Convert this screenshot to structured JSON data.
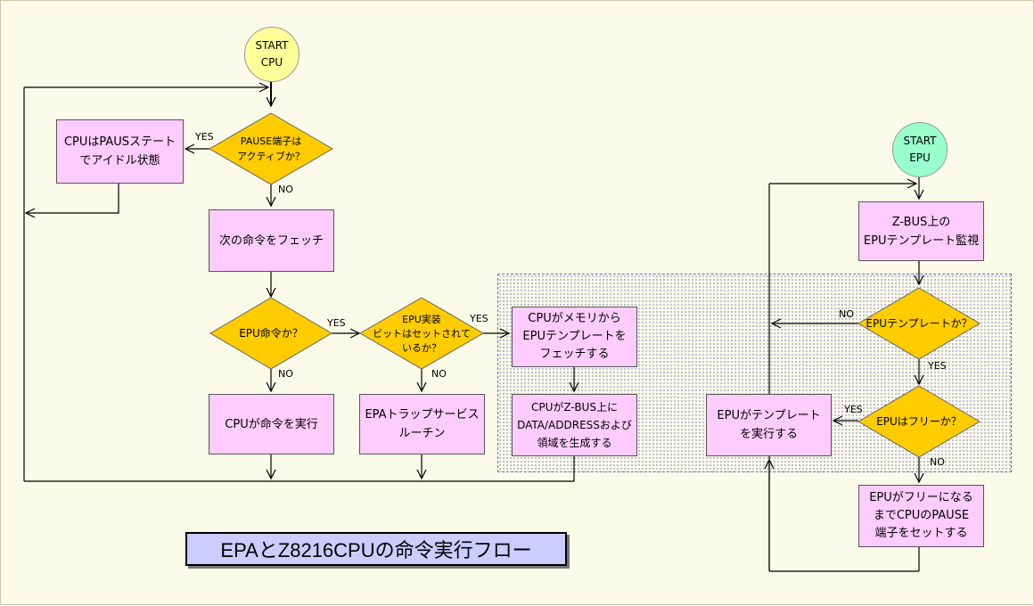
{
  "title": "EPAとZ8216CPUの命令実行フロー",
  "terminals": {
    "start_cpu": "START\nCPU",
    "start_epu": "START\nEPU"
  },
  "decisions": {
    "pause_active": "PAUSE端子は\nアクティブか？",
    "epu_instruction": "EPU命令か？",
    "epu_bit_set": "EPU実装\nビットはセットされて\nいるか？",
    "epu_template": "EPUテンプレートか？",
    "epu_free": "EPUはフリーか？"
  },
  "processes": {
    "cpu_idle": "CPUはPAUSステート\nでアイドル状態",
    "fetch_next": "次の命令をフェッチ",
    "cpu_execute": "CPUが命令を実行",
    "trap_routine": "EPAトラップサービス\nルーチン",
    "fetch_template": "CPUがメモリから\nEPUテンプレートを\nフェッチする",
    "gen_bus": "CPUがZ-BUS上に\nDATA/ADDRESSおよび\n領域を生成する",
    "monitor": "Z-BUS上の\nEPUテンプレート監視",
    "epu_run": "EPUがテンプレート\nを実行する",
    "set_pause": "EPUがフリーになる\nまでCPUのPAUSE\n端子をセットする"
  },
  "labels": {
    "yes": "YES",
    "no": "NO"
  },
  "colors": {
    "terminal_cpu": "#ffff99",
    "terminal_epu": "#99ffcc",
    "decision": "#ffcc00",
    "process": "#ffccff",
    "title_bg": "#ccccff",
    "region_dots": "#a9a9d4"
  }
}
